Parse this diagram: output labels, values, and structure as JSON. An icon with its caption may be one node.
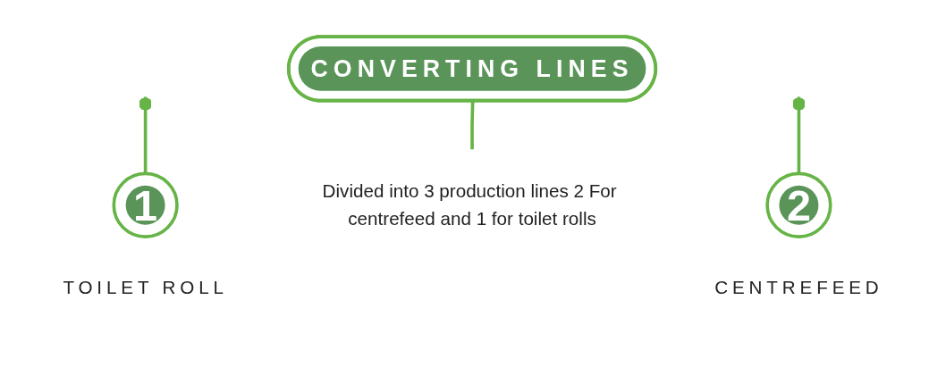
{
  "diagram": {
    "nodes": [
      {
        "text": [
          "CONVERTING LINES"
        ]
      },
      {
        "text": [
          "1"
        ],
        "beside": [
          "TOILET ROLL"
        ]
      },
      {
        "text": [
          "Divided into 3 production lines 2 For centrefeed and 1 for toilet rolls"
        ]
      },
      {
        "text": [
          "2"
        ],
        "beside": [
          "CENTREFEED"
        ]
      }
    ],
    "edges": [
      {
        "from": null,
        "to": 1,
        "arrow": "other"
      },
      {
        "from": 0,
        "to": 2,
        "arrow": "none"
      },
      {
        "from": null,
        "to": 3,
        "arrow": "other"
      }
    ]
  }
}
